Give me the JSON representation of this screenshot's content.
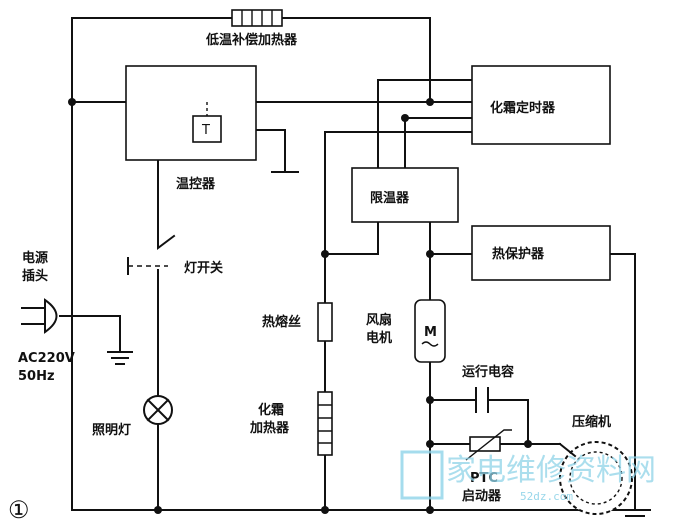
{
  "labels": {
    "low_temp_heater": "低温补偿加热器",
    "defrost_timer": "化霜定时器",
    "thermostat": "温控器",
    "thermostat_t": "T",
    "temp_limiter": "限温器",
    "thermal_protector": "热保护器",
    "power_plug_line1": "电源",
    "power_plug_line2": "插头",
    "voltage": "AC220V",
    "frequency": "50Hz",
    "lamp_switch": "灯开关",
    "thermal_fuse": "热熔丝",
    "fan_motor_line1": "风扇",
    "fan_motor_line2": "电机",
    "motor_symbol": "M",
    "defrost_heater_line1": "化霜",
    "defrost_heater_line2": "加热器",
    "lighting_lamp": "照明灯",
    "run_capacitor": "运行电容",
    "compressor": "压缩机",
    "ptc_line1": "PTC",
    "ptc_line2": "启动器",
    "figure_number": "①"
  },
  "watermark": {
    "main": "家电维修资料网",
    "sub": "52dz.com"
  }
}
